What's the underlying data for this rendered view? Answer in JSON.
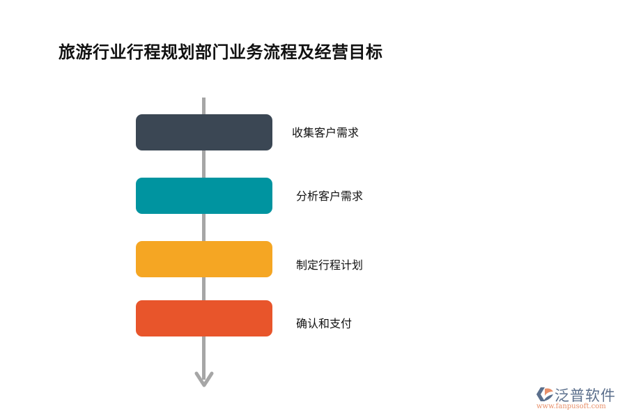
{
  "title": "旅游行业行程规划部门业务流程及经营目标",
  "flow": {
    "direction": "top-to-bottom",
    "axis_color": "#a6a6a6",
    "steps": [
      {
        "label": "收集客户需求",
        "color": "#3b4754"
      },
      {
        "label": "分析客户需求",
        "color": "#0094a0"
      },
      {
        "label": "制定行程计划",
        "color": "#f5a623"
      },
      {
        "label": "确认和支付",
        "color": "#e8552b"
      }
    ]
  },
  "logo": {
    "name": "泛普软件",
    "url": "www.fanpusoft.com"
  }
}
